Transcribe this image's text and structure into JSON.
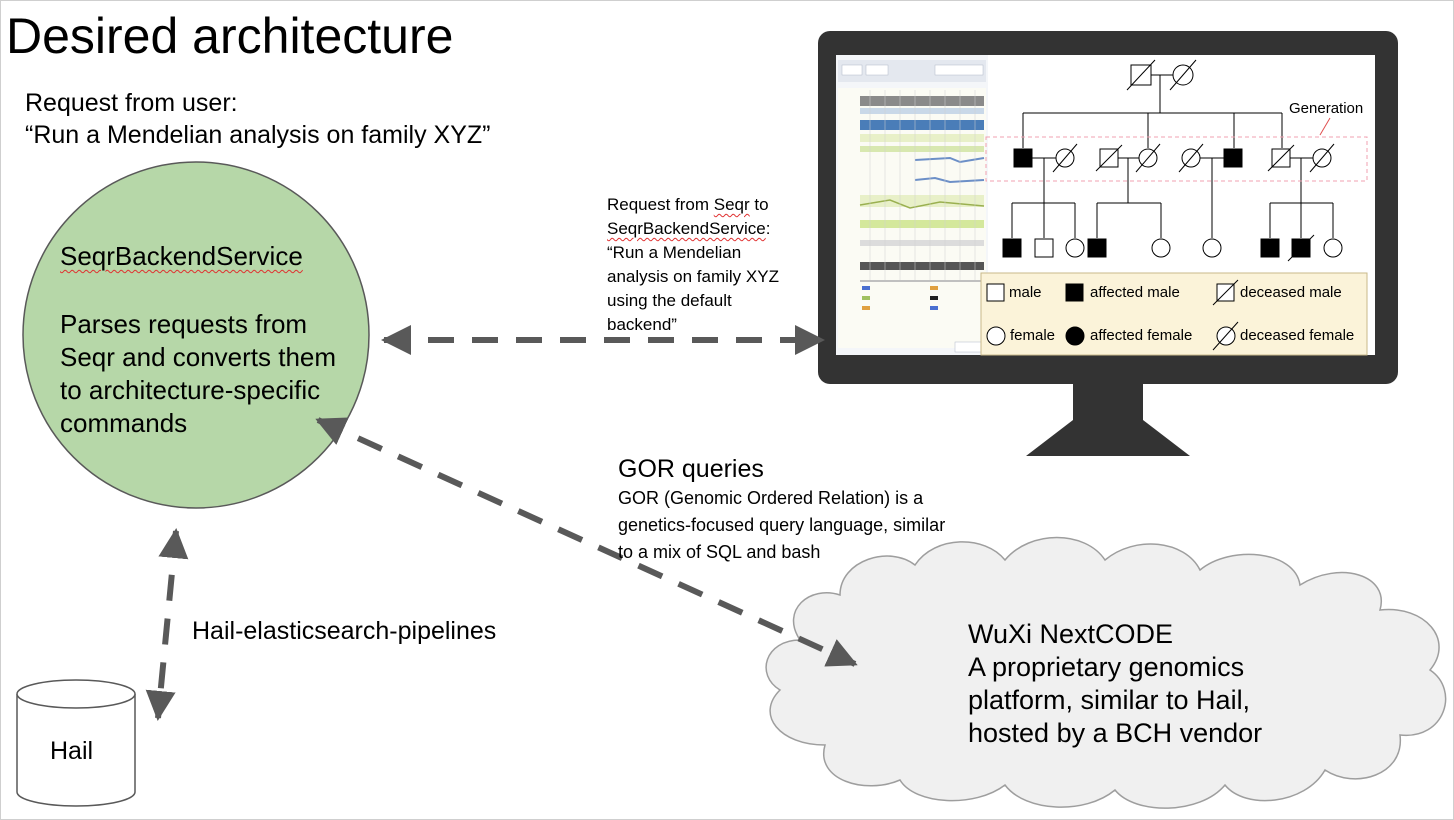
{
  "title": "Desired architecture",
  "user_request": {
    "label": "Request from user:",
    "text": "“Run a Mendelian analysis on family XYZ”"
  },
  "service": {
    "name": "SeqrBackendService",
    "description": "Parses requests from Seqr and converts them to architecture-specific commands",
    "color": "#b6d7a8"
  },
  "seqr_request": {
    "line1_prefix": "Request from ",
    "line1_seqr": "Seqr",
    "line1_suffix": " to",
    "line2_service": "SeqrBackendService",
    "line2_colon": ":",
    "rest": "“Run a Mendelian\nanalysis on family XYZ\nusing the default\nbackend”"
  },
  "gor": {
    "title": "GOR queries",
    "description": "GOR (Genomic Ordered Relation) is a\ngenetics-focused query language, similar\nto a mix of SQL and bash"
  },
  "hail_pipelines_label": "Hail-elasticsearch-pipelines",
  "hail_label": "Hail",
  "wuxi": {
    "title": "WuXi NextCODE",
    "description": "A proprietary genomics\nplatform, similar to Hail,\nhosted by a BCH vendor"
  },
  "pedigree": {
    "generation_label": "Generation",
    "legend": {
      "male": "male",
      "affected_male": "affected male",
      "deceased_male": "deceased male",
      "female": "female",
      "affected_female": "affected female",
      "deceased_female": "deceased female"
    },
    "legend_bg": "#fbf3d9"
  },
  "colors": {
    "arrow": "#595959",
    "monitor": "#333333",
    "cloud_fill": "#f0f0f0",
    "cloud_stroke": "#9e9e9e",
    "generation_box": "#f0a0b0"
  },
  "icons": {
    "monitor": "monitor-icon",
    "database": "database-cylinder-icon",
    "cloud": "cloud-icon"
  }
}
